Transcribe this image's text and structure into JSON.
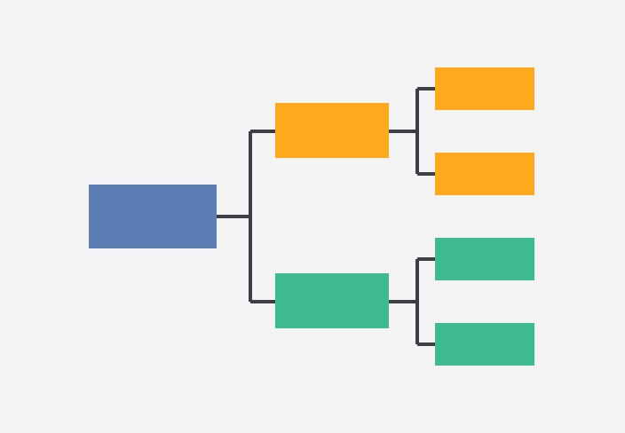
{
  "diagram": {
    "type": "tree",
    "colors": {
      "background": "#f4f4f6",
      "root": "#5b7fb4",
      "branch_a": "#ffa91f",
      "branch_b": "#3dba8f",
      "connector": "#3b3f42"
    },
    "nodes": {
      "root": {
        "color_key": "root"
      },
      "mid_top": {
        "color_key": "branch_a"
      },
      "mid_bottom": {
        "color_key": "branch_b"
      },
      "leaf_1": {
        "color_key": "branch_a"
      },
      "leaf_2": {
        "color_key": "branch_a"
      },
      "leaf_3": {
        "color_key": "branch_b"
      },
      "leaf_4": {
        "color_key": "branch_b"
      }
    }
  }
}
